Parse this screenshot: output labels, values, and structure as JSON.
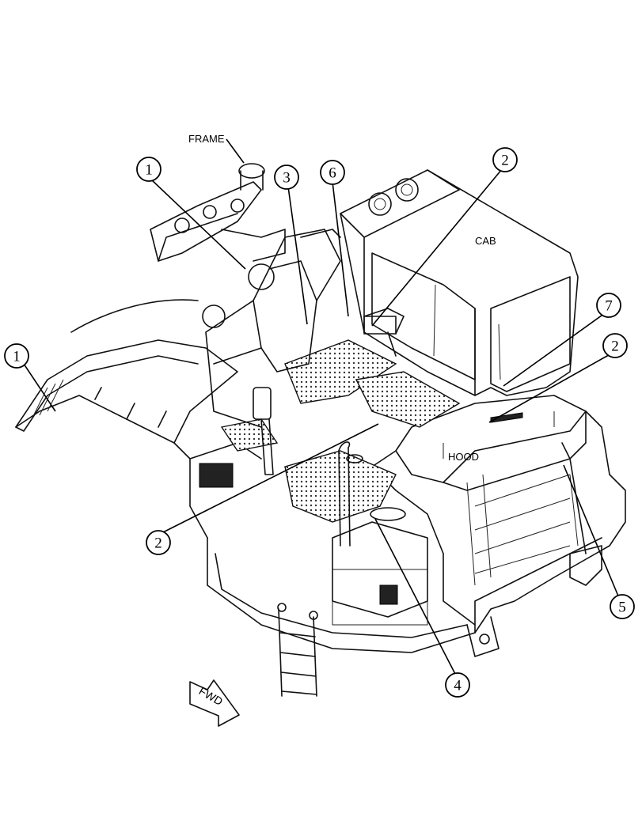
{
  "labels": {
    "frame": "FRAME",
    "cab": "CAB",
    "hood": "HOOD",
    "fwd": "FWD"
  },
  "callouts": [
    {
      "id": "c1a",
      "text": "1"
    },
    {
      "id": "c1b",
      "text": "1"
    },
    {
      "id": "c2a",
      "text": "2"
    },
    {
      "id": "c2b",
      "text": "2"
    },
    {
      "id": "c2c",
      "text": "2"
    },
    {
      "id": "c3",
      "text": "3"
    },
    {
      "id": "c4",
      "text": "4"
    },
    {
      "id": "c5",
      "text": "5"
    },
    {
      "id": "c6",
      "text": "6"
    },
    {
      "id": "c7",
      "text": "7"
    }
  ]
}
